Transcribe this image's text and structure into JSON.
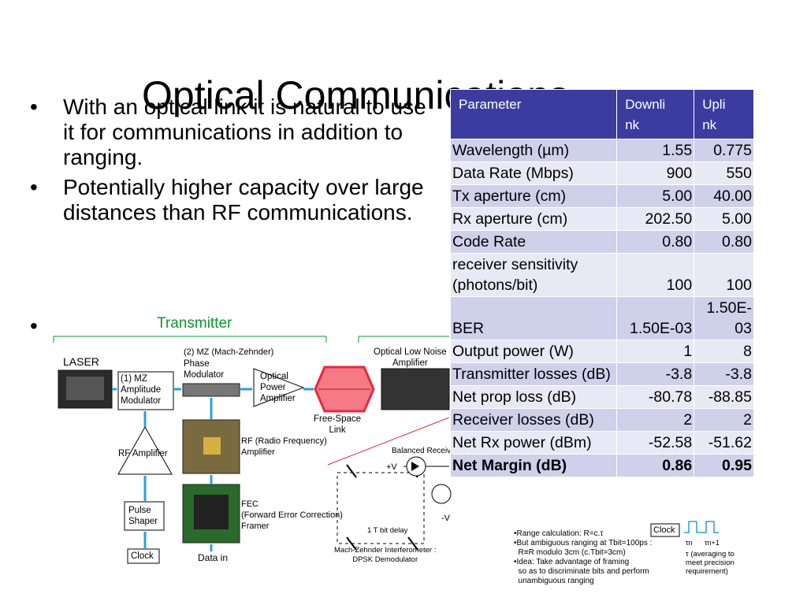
{
  "slide": {
    "title": "Optical Communications",
    "bullets": [
      "With an optical link it is natural to use it for communications in addition to ranging.",
      "Potentially higher capacity over large distances than RF communications."
    ],
    "bullet_char": "•"
  },
  "diagram": {
    "transmitter_label": "Transmitter",
    "laser": "LASER",
    "mz_amp": "(1) MZ\nAmplitude\nModulator",
    "mz_phase_num": "(2) MZ (Mach-Zehnder)",
    "mz_phase": "Phase\nModulator",
    "opt_amp": "Optical\nPower\nAmplifier",
    "rf_amp": "RF Amplifier",
    "rf_label": "RF (Radio Frequency)\nAmplifier",
    "fec": "FEC\n(Forward Error Correction)\nFramer",
    "pulse_shaper": "Pulse\nShaper",
    "clock": "Clock",
    "data_in": "Data in",
    "free_space": "Free-Space\nLink",
    "opt_lna": "Optical Low Noise\nAmplifier",
    "balanced": "Balanced Receive",
    "plus_v": "+V",
    "minus_v": "-V",
    "delay": "1 T bit delay",
    "mzi": "Mach-Zehnder Interferometer :\nDPSK Demodulator",
    "clock2": "Clock",
    "calc": "•Range calculation: R=c.τ\n•But ambiguous ranging at Tbit=100ps :\n  R≡R modulo 3cm (c.Tbit=3cm)\n•Idea: Take advantage of framing\n  so as to discriminate bits and perform\n  unambiguous ranging",
    "tau_note": "τ (averaging to\nmeet precision\nrequirement)",
    "tau_n": "τn",
    "tau_n1": "τn+1"
  },
  "table": {
    "headers": [
      "Parameter",
      "Downlink",
      "Uplink"
    ],
    "header_display": [
      "Parameter",
      "Downli\nnk",
      "Upli\nnk"
    ],
    "rows": [
      {
        "param": "Wavelength (µm)",
        "down": "1.55",
        "up": "0.775"
      },
      {
        "param": "Data Rate (Mbps)",
        "down": "900",
        "up": "550"
      },
      {
        "param": "Tx aperture (cm)",
        "down": "5.00",
        "up": "40.00"
      },
      {
        "param": "Rx aperture (cm)",
        "down": "202.50",
        "up": "5.00"
      },
      {
        "param": "Code Rate",
        "down": "0.80",
        "up": "0.80"
      },
      {
        "param": "receiver sensitivity (photons/bit)",
        "down": "100",
        "up": "100"
      },
      {
        "param": "BER",
        "down": "1.50E-03",
        "up": "1.50E-03"
      },
      {
        "param": "Output power (W)",
        "down": "1",
        "up": "8"
      },
      {
        "param": "Transmitter losses (dB)",
        "down": "-3.8",
        "up": "-3.8"
      },
      {
        "param": "Net prop loss (dB)",
        "down": "-80.78",
        "up": "-88.85"
      },
      {
        "param": "Receiver losses (dB)",
        "down": "2",
        "up": "2"
      },
      {
        "param": "Net Rx power (dBm)",
        "down": "-52.58",
        "up": "-51.62"
      },
      {
        "param": "Net Margin (dB)",
        "down": "0.86",
        "up": "0.95"
      }
    ]
  },
  "colors": {
    "header_bg": "#3c3ca0",
    "row_odd": "#cfd0ea",
    "row_even": "#e9e9f5",
    "transmitter_green": "#0a9a2a",
    "arrow_blue": "#2aa0dc",
    "link_red": "#e8283c"
  }
}
